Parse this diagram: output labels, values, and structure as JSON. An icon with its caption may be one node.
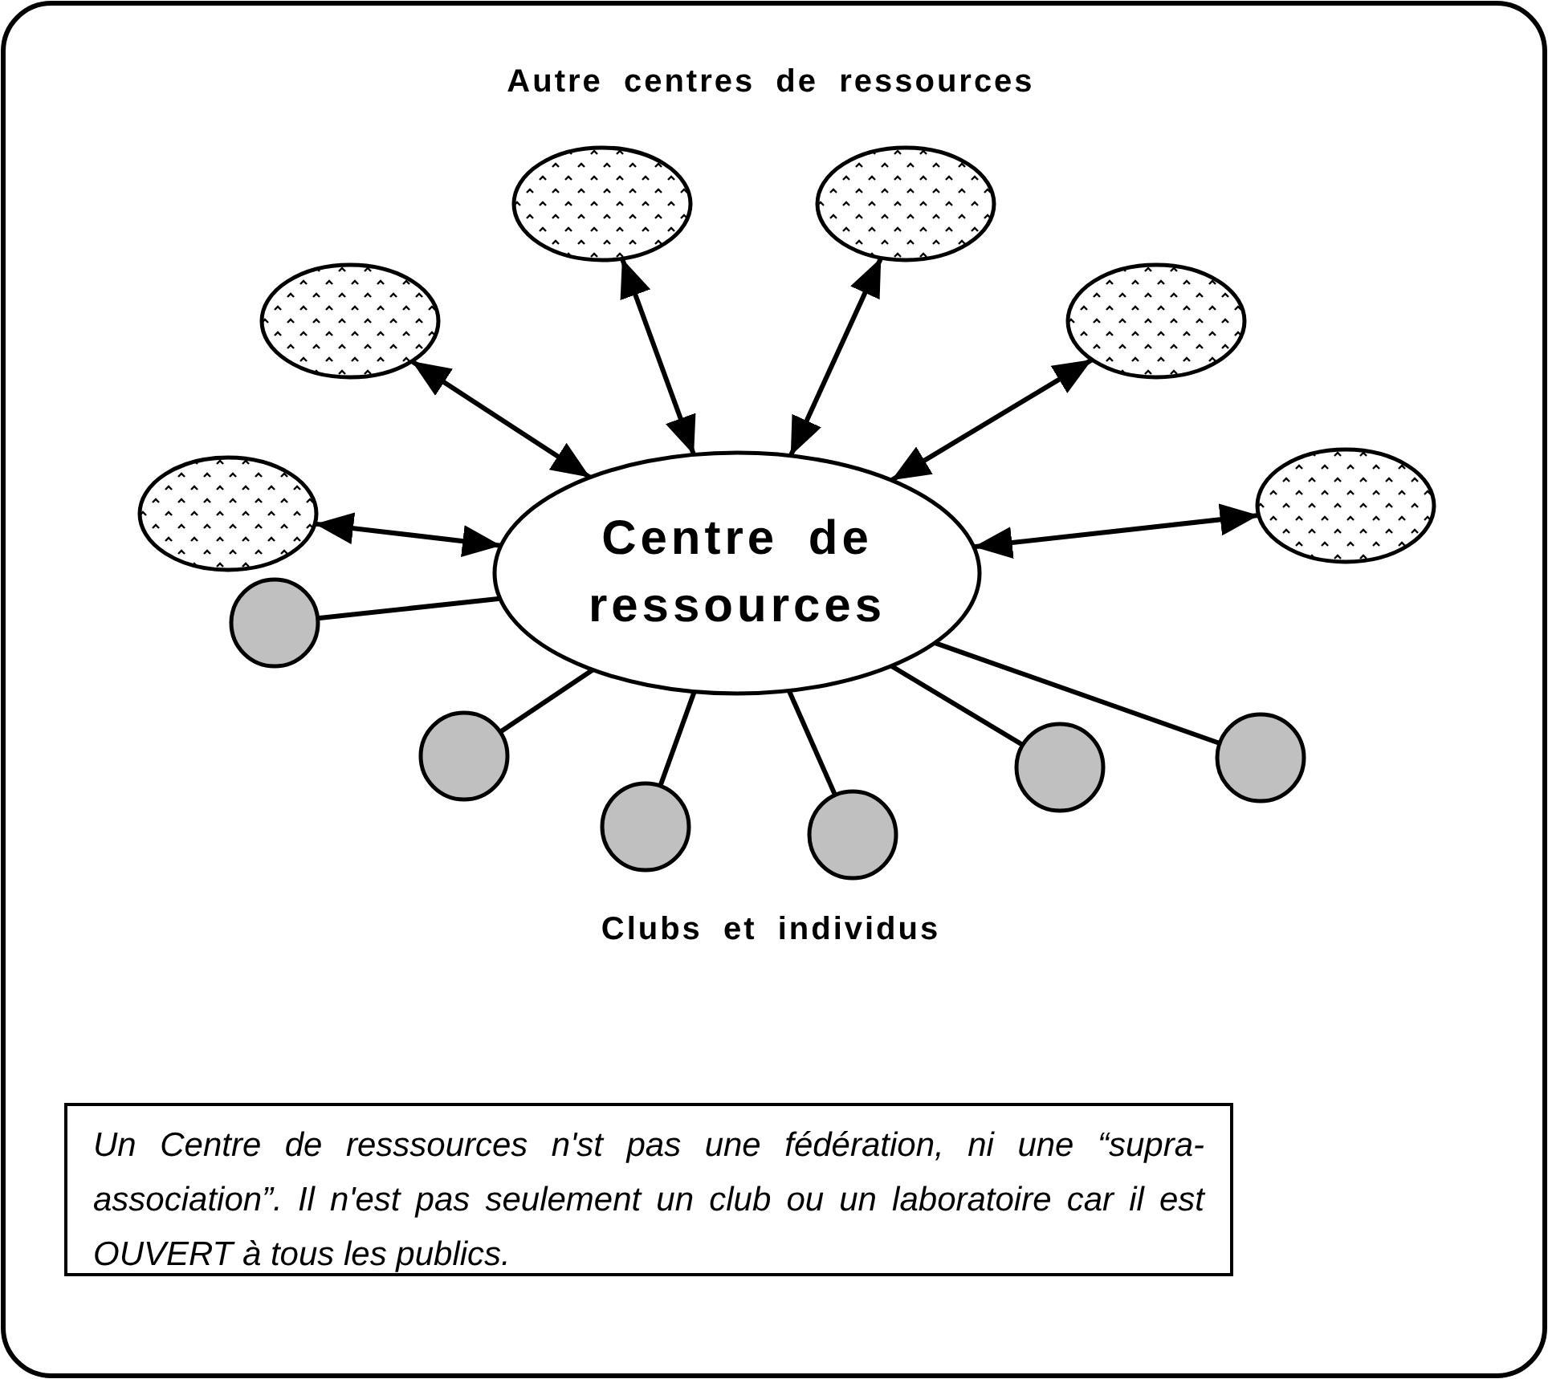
{
  "diagram": {
    "nodes": [
      {
        "text": [
          "Centre de ressources"
        ]
      },
      {
        "text": [],
        "shape": "ellipse"
      },
      {
        "text": [],
        "shape": "ellipse"
      },
      {
        "text": [],
        "shape": "ellipse"
      },
      {
        "text": [],
        "shape": "ellipse"
      },
      {
        "text": [],
        "shape": "ellipse"
      },
      {
        "text": [],
        "shape": "ellipse"
      },
      {
        "text": [],
        "shape": "circle"
      },
      {
        "text": [],
        "shape": "circle"
      },
      {
        "text": [],
        "shape": "circle"
      },
      {
        "text": [],
        "shape": "circle"
      },
      {
        "text": [],
        "shape": "circle"
      },
      {
        "text": [],
        "shape": "circle"
      },
      {
        "text": [
          "Un Centre de resssources n'st pas une fédération, ni une “supra-association”. Il n'est pas seulement un club ou un laboratoire car il est OUVERT à tous les publics."
        ]
      }
    ],
    "edges": [
      {
        "from": 0,
        "to": 1,
        "arrow": "both"
      },
      {
        "from": 0,
        "to": 2,
        "arrow": "both"
      },
      {
        "from": 0,
        "to": 3,
        "arrow": "both"
      },
      {
        "from": 0,
        "to": 4,
        "arrow": "both"
      },
      {
        "from": 0,
        "to": 5,
        "arrow": "both"
      },
      {
        "from": 0,
        "to": 6,
        "arrow": "both"
      },
      {
        "from": 0,
        "to": 7,
        "arrow": "none"
      },
      {
        "from": 0,
        "to": 8,
        "arrow": "none"
      },
      {
        "from": 0,
        "to": 9,
        "arrow": "none"
      },
      {
        "from": 0,
        "to": 10,
        "arrow": "none"
      },
      {
        "from": 0,
        "to": 11,
        "arrow": "none"
      },
      {
        "from": 0,
        "to": 12,
        "arrow": "none"
      }
    ],
    "labels": [
      "Autre centres de ressources",
      "Clubs et individus"
    ]
  }
}
